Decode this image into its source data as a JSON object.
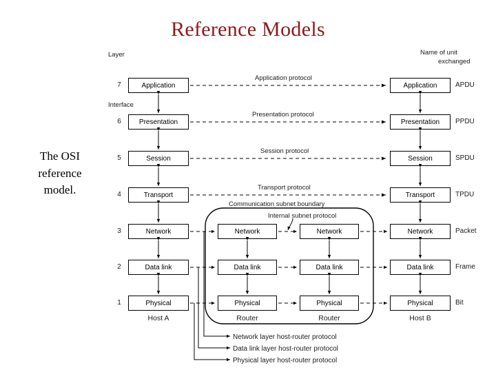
{
  "title": "Reference Models",
  "caption": "The OSI\nreference\nmodel.",
  "headers": {
    "layer": "Layer",
    "unit_line1": "Name of unit",
    "unit_line2": "exchanged"
  },
  "interface_label": "Interface",
  "layers": [
    {
      "number": "7",
      "host_a": "Application",
      "host_b": "Application",
      "protocol": "Application protocol",
      "unit": "APDU"
    },
    {
      "number": "6",
      "host_a": "Presentation",
      "host_b": "Presentation",
      "protocol": "Presentation protocol",
      "unit": "PPDU"
    },
    {
      "number": "5",
      "host_a": "Session",
      "host_b": "Session",
      "protocol": "Session protocol",
      "unit": "SPDU"
    },
    {
      "number": "4",
      "host_a": "Transport",
      "host_b": "Transport",
      "protocol": "Transport protocol",
      "unit": "TPDU"
    },
    {
      "number": "3",
      "host_a": "Network",
      "host_b": "Network",
      "router_1": "Network",
      "router_2": "Network",
      "protocol": "",
      "unit": "Packet"
    },
    {
      "number": "2",
      "host_a": "Data link",
      "host_b": "Data link",
      "router_1": "Data link",
      "router_2": "Data link",
      "protocol": "",
      "unit": "Frame"
    },
    {
      "number": "1",
      "host_a": "Physical",
      "host_b": "Physical",
      "router_1": "Physical",
      "router_2": "Physical",
      "protocol": "",
      "unit": "Bit"
    }
  ],
  "subnet": {
    "boundary_label": "Communication subnet boundary",
    "internal_label": "Internal subnet protocol"
  },
  "nodes": {
    "host_a": "Host A",
    "host_b": "Host B",
    "router_1": "Router",
    "router_2": "Router"
  },
  "footnotes": [
    "Network layer host-router protocol",
    "Data link layer host-router protocol",
    "Physical layer host-router protocol"
  ],
  "colors": {
    "title": "#8b1a1a",
    "text": "#000000",
    "line": "#000000"
  }
}
